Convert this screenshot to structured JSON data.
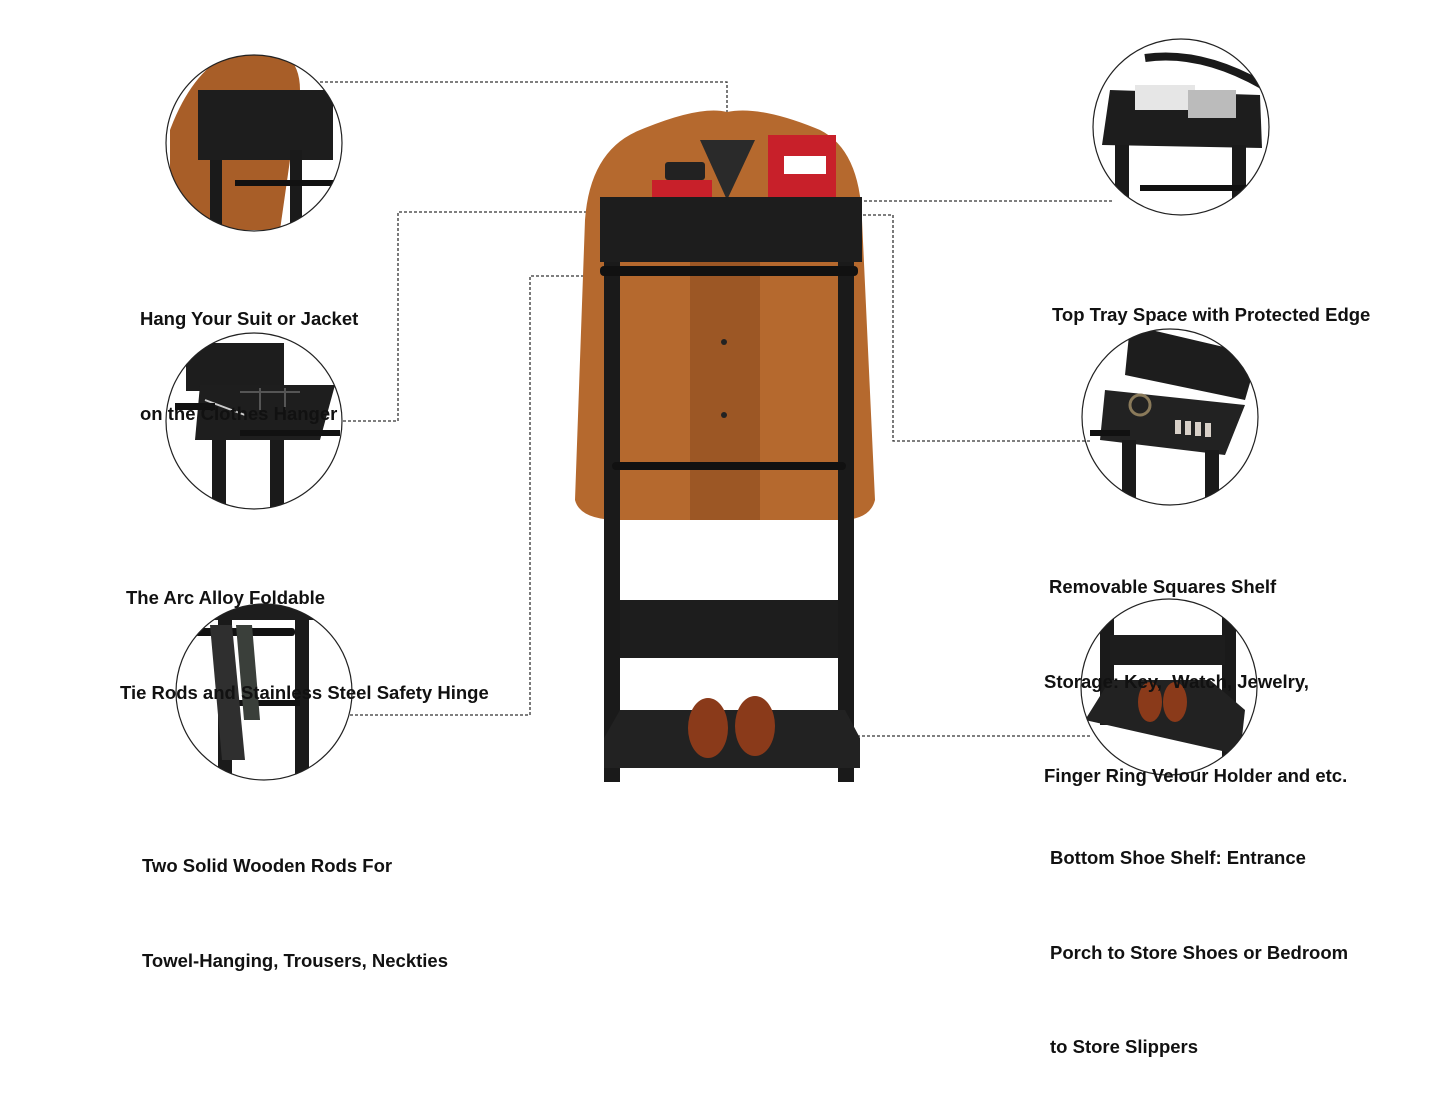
{
  "features": [
    {
      "lines": [
        "Hang Your Suit or Jacket",
        "on the Clothes Hanger"
      ]
    },
    {
      "lines": [
        "The Arc Alloy Foldable",
        "Tie Rods and Stainless Steel Safety Hinge"
      ]
    },
    {
      "lines": [
        "Two Solid Wooden Rods For",
        "Towel-Hanging, Trousers, Neckties"
      ]
    },
    {
      "lines": [
        "Top Tray Space with Protected Edge"
      ]
    },
    {
      "lines": [
        "Removable Squares Shelf",
        "Storage: Key,  Watch, Jewelry,",
        "Finger Ring Velour Holder and etc."
      ]
    },
    {
      "lines": [
        "Bottom Shoe Shelf: Entrance",
        "Porch to Store Shoes or Bedroom",
        "to Store Slippers"
      ]
    }
  ],
  "colors": {
    "frame": "#1a1a1a",
    "jacket": "#b5692e",
    "box": "#c8202a",
    "shoe": "#8a3a1a",
    "connector": "#333333"
  }
}
